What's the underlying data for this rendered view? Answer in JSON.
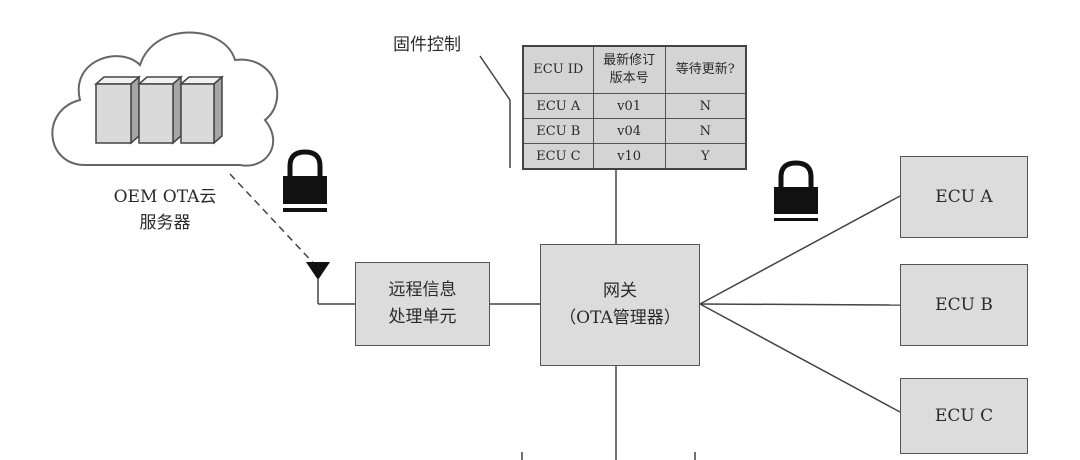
{
  "firmware_control": {
    "label": "固件控制",
    "table": {
      "headers": [
        {
          "lines": [
            "ECU ID"
          ]
        },
        {
          "lines": [
            "最新修订",
            "版本号"
          ]
        },
        {
          "lines": [
            "等待更新?"
          ]
        }
      ],
      "rows": [
        {
          "id": "ECU A",
          "version": "v01",
          "pending": "N"
        },
        {
          "id": "ECU B",
          "version": "v04",
          "pending": "N"
        },
        {
          "id": "ECU C",
          "version": "v10",
          "pending": "Y"
        }
      ]
    }
  },
  "cloud": {
    "label_line1": "OEM OTA云",
    "label_line2": "服务器"
  },
  "telematics": {
    "line1": "远程信息",
    "line2": "处理单元"
  },
  "gateway": {
    "line1": "网关",
    "line2": "（OTA管理器）"
  },
  "ecus": [
    {
      "label": "ECU A"
    },
    {
      "label": "ECU B"
    },
    {
      "label": "ECU C"
    }
  ],
  "icons": {
    "server": "server-rack-icon",
    "lock": "padlock-icon",
    "antenna": "antenna-icon"
  },
  "colors": {
    "box_fill": "#dcdcdc",
    "table_fill": "#d4d4d4",
    "line": "#555555"
  }
}
